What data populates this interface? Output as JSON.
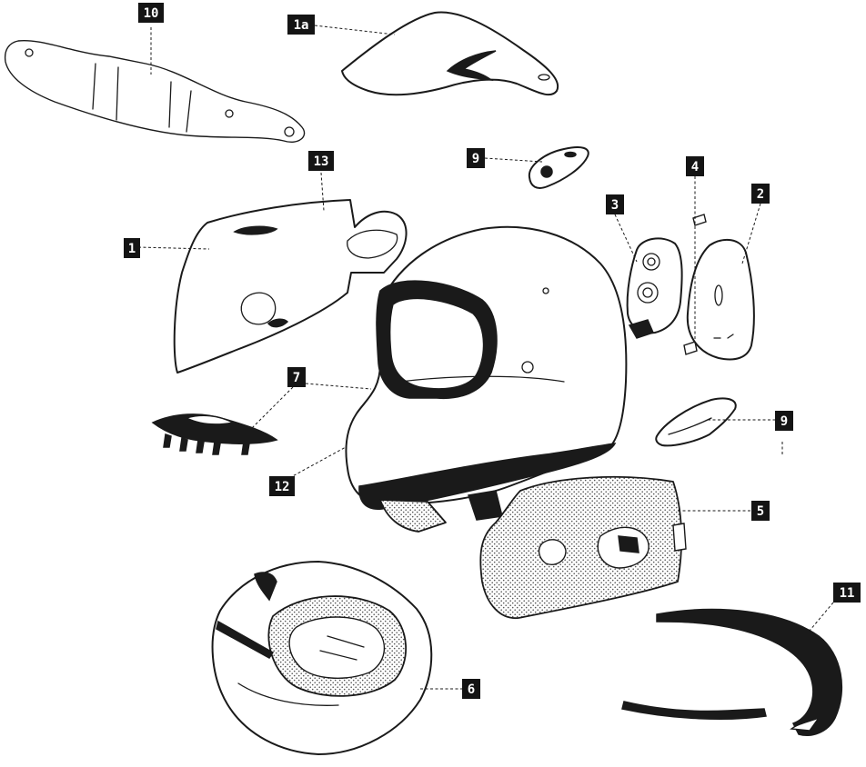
{
  "callouts": {
    "c10": "10",
    "c1a": "1a",
    "c9_top": "9",
    "c13": "13",
    "c4": "4",
    "c3": "3",
    "c2": "2",
    "c1": "1",
    "c7": "7",
    "c9_right": "9",
    "c12": "12",
    "c5": "5",
    "c11": "11",
    "c6": "6"
  },
  "colors": {
    "ink": "#1a1a1a",
    "tag_background": "#141414",
    "tag_text": "#ffffff",
    "paper": "#ffffff"
  }
}
